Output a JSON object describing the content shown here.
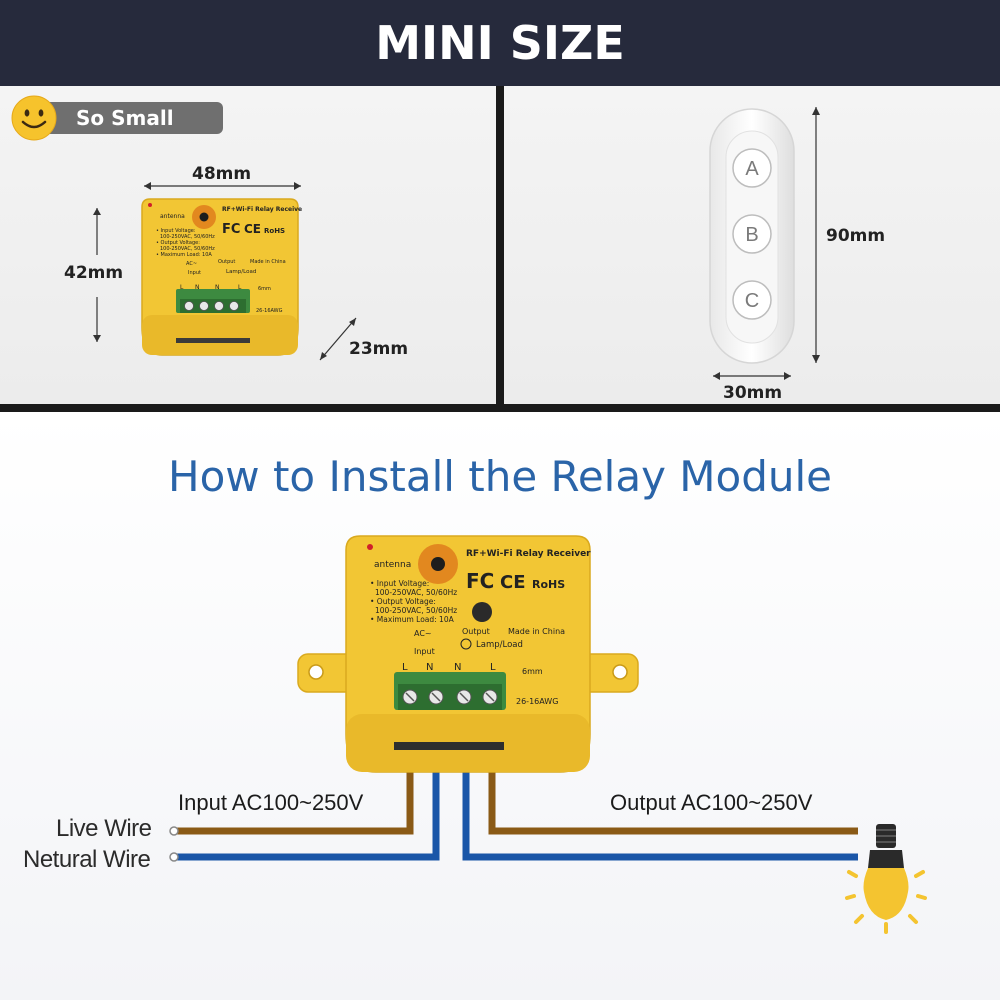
{
  "header": {
    "title": "MINI SIZE"
  },
  "badge": {
    "label": "So Small"
  },
  "small_module": {
    "width_label": "48mm",
    "height_label": "42mm",
    "depth_label": "23mm",
    "antenna": "antenna",
    "title": "RF+Wi-Fi Relay Receiver",
    "spec_lines": [
      "• Input Voltage:",
      "100-250VAC, 50/60Hz",
      "• Output Voltage:",
      "100-250VAC, 50/60Hz",
      "• Maximum Load: 10A"
    ],
    "ac": "AC~",
    "input": "Input",
    "output": "Output",
    "lamp": "Lamp/Load",
    "made_in": "Made in China",
    "awg": "26-16AWG",
    "strip": "6mm",
    "terminals": [
      "L",
      "N",
      "N",
      "L"
    ],
    "certs": {
      "fc": "FC",
      "ce": "CE",
      "rohs": "RoHS"
    }
  },
  "remote": {
    "buttons": [
      "A",
      "B",
      "C"
    ],
    "height_label": "90mm",
    "width_label": "30mm"
  },
  "install": {
    "title": "How to Install the Relay Module",
    "input_label": "Input AC100~250V",
    "output_label": "Output AC100~250V",
    "live_wire": "Live Wire",
    "neutral_wire": "Netural Wire"
  },
  "colors": {
    "header_bg": "#262a3c",
    "title_blue": "#2a64a8",
    "module_yellow": "#f2c634",
    "live_wire": "#8a5a16",
    "neutral_wire": "#1a56a8",
    "bulb_glow": "#f4c430"
  },
  "icons": [
    "smiley-face-icon",
    "light-bulb-icon",
    "dimension-arrow-icon"
  ]
}
